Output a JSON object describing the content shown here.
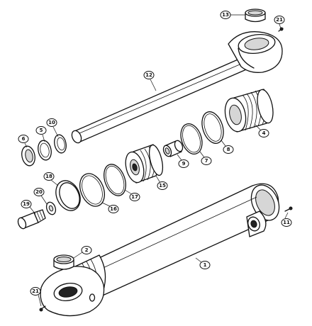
{
  "colors": {
    "ink": "#111111",
    "paper": "#ffffff",
    "shade": "#d6d6d6"
  },
  "callouts": [
    {
      "id": "c13",
      "label": "13"
    },
    {
      "id": "c21a",
      "label": "21"
    },
    {
      "id": "c12",
      "label": "12"
    },
    {
      "id": "c10",
      "label": "10"
    },
    {
      "id": "c5",
      "label": "5"
    },
    {
      "id": "c6",
      "label": "6"
    },
    {
      "id": "c4",
      "label": "4"
    },
    {
      "id": "c8",
      "label": "8"
    },
    {
      "id": "c7",
      "label": "7"
    },
    {
      "id": "c9",
      "label": "9"
    },
    {
      "id": "c15",
      "label": "15"
    },
    {
      "id": "c17",
      "label": "17"
    },
    {
      "id": "c16",
      "label": "16"
    },
    {
      "id": "c18",
      "label": "18"
    },
    {
      "id": "c20",
      "label": "20"
    },
    {
      "id": "c19",
      "label": "19"
    },
    {
      "id": "c11",
      "label": "11"
    },
    {
      "id": "c2",
      "label": "2"
    },
    {
      "id": "c1",
      "label": "1"
    },
    {
      "id": "c21b",
      "label": "21"
    }
  ]
}
